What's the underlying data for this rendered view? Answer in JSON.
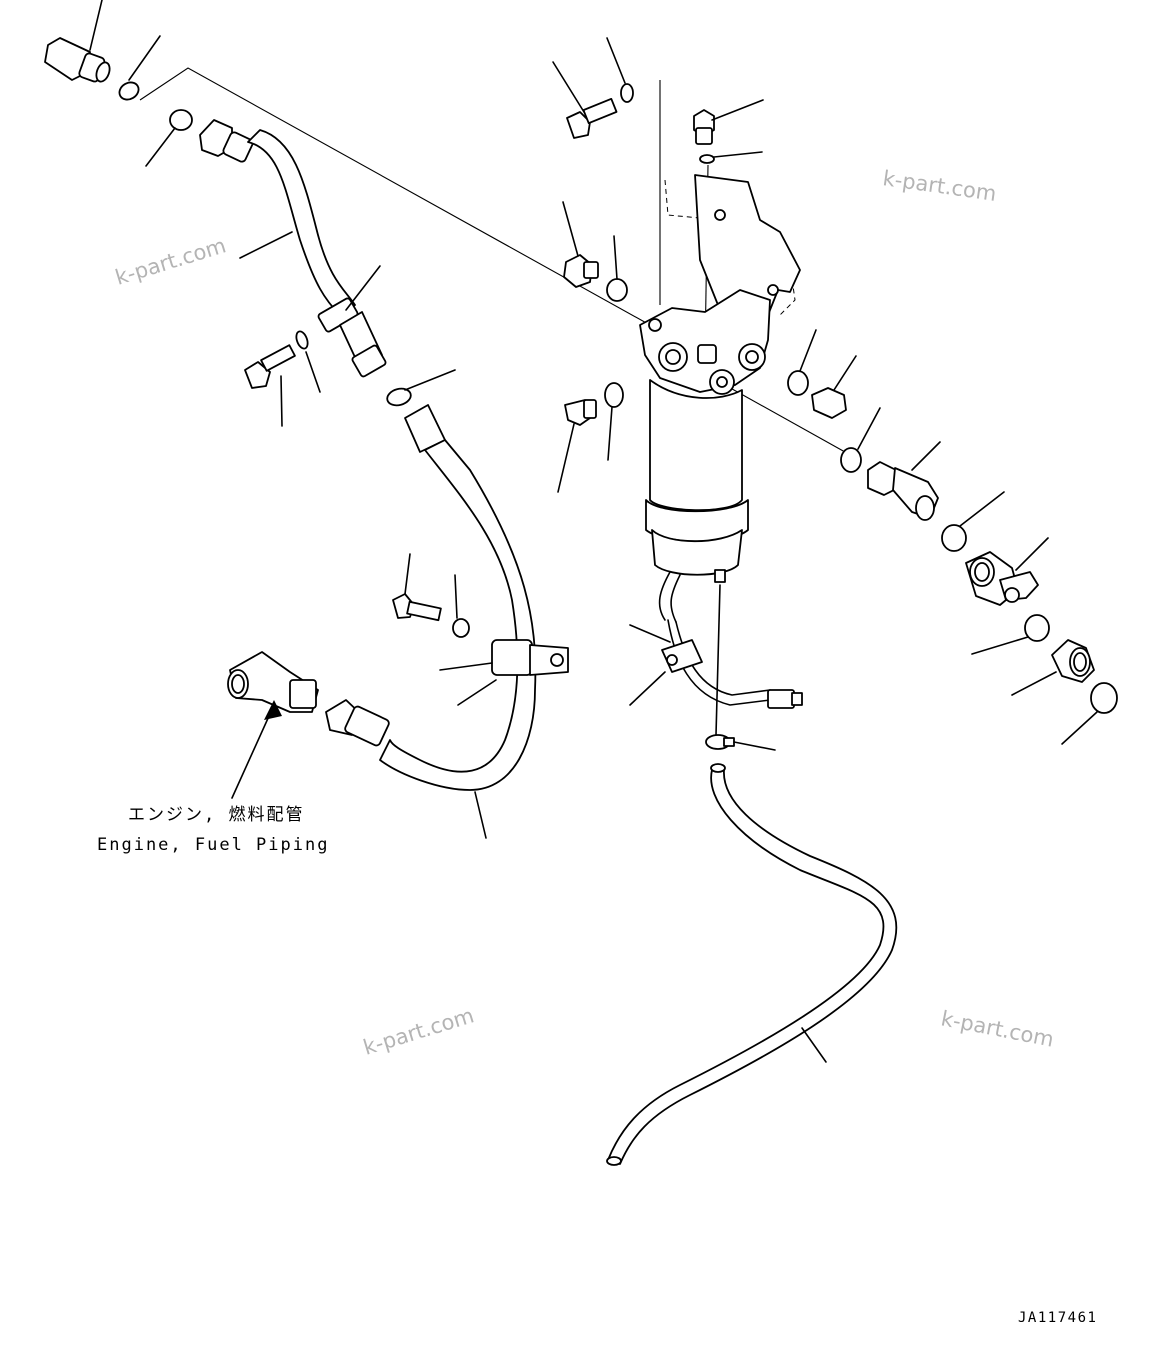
{
  "watermarks": {
    "wm_top_left": "k-part.com",
    "wm_top_right": "k-part.com",
    "wm_bottom_center": "k-part.com",
    "wm_bottom_right": "k-part.com"
  },
  "reference": {
    "label_ja": "エンジン, 燃料配管",
    "label_en": "Engine, Fuel Piping"
  },
  "drawing_code": "JA117461"
}
